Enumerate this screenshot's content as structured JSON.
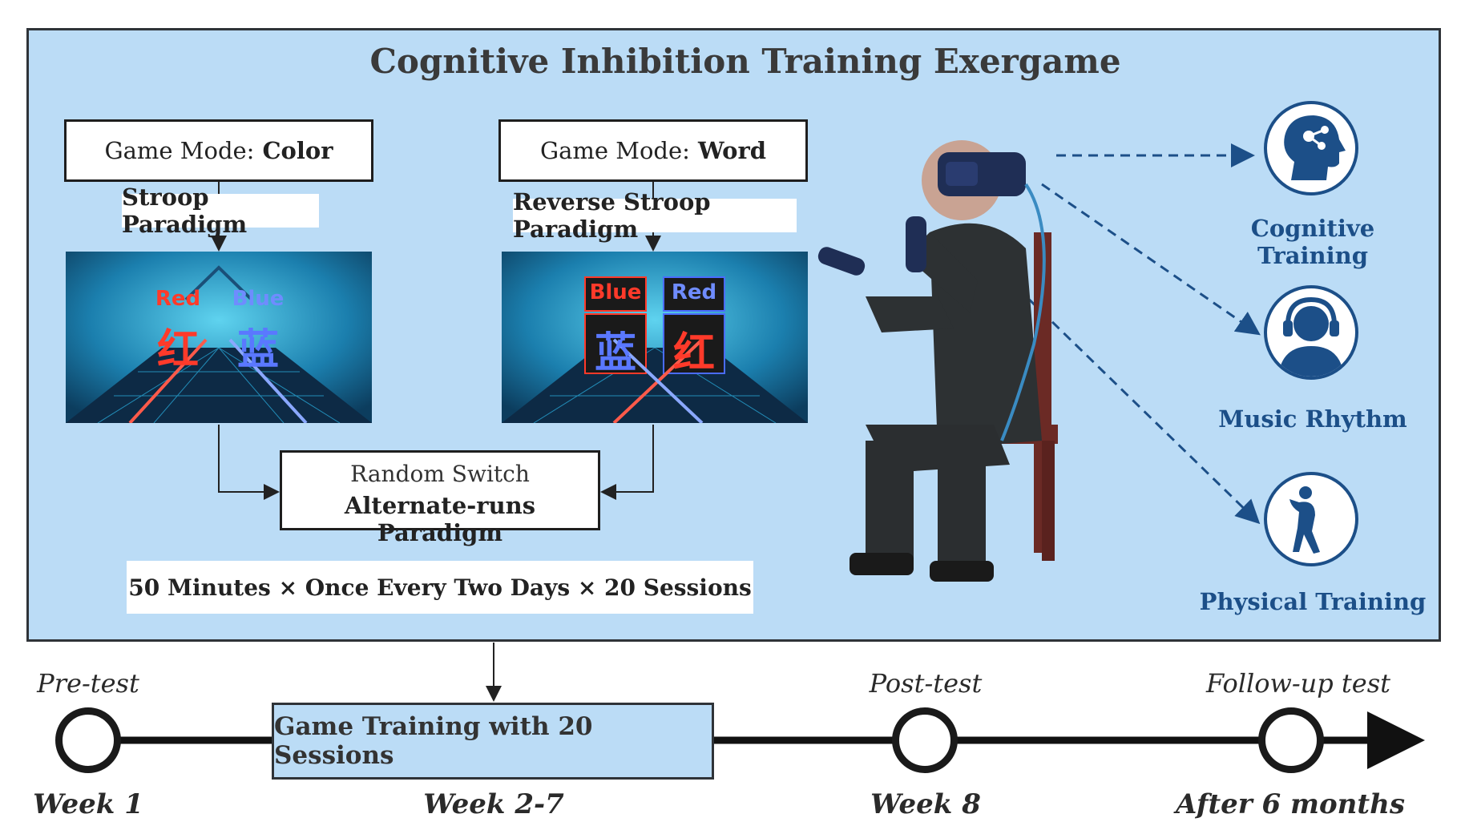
{
  "title": "Cognitive Inhibition Training Exergame",
  "mode_color": {
    "prefix": "Game Mode:",
    "value": "Color"
  },
  "mode_word": {
    "prefix": "Game Mode:",
    "value": "Word"
  },
  "paradigm_color": "Stroop Paradigm",
  "paradigm_word": "Reverse Stroop Paradigm",
  "game_color_screen": {
    "word1": "Red",
    "word2": "Blue",
    "char1": "红",
    "char2": "蓝"
  },
  "game_word_screen": {
    "word1": "Blue",
    "word2": "Red",
    "char1": "蓝",
    "char2": "红"
  },
  "switch": {
    "line1": "Random Switch",
    "line2": "Alternate-runs Paradigm"
  },
  "schedule": "50 Minutes × Once Every Two Days × 20 Sessions",
  "benefits": [
    {
      "label": "Cognitive Training",
      "icon": "brain-head-icon"
    },
    {
      "label": "Music Rhythm",
      "icon": "headphones-person-icon"
    },
    {
      "label": "Physical Training",
      "icon": "stretching-person-icon"
    }
  ],
  "timeline": {
    "training_box": "Game Training with 20 Sessions",
    "milestones": [
      {
        "top": "Pre-test",
        "bottom": "Week 1"
      },
      {
        "top": "",
        "bottom": "Week 2-7"
      },
      {
        "top": "Post-test",
        "bottom": "Week 8"
      },
      {
        "top": "Follow-up test",
        "bottom": "After 6 months"
      }
    ]
  },
  "colors": {
    "panel": "#bbdcf6",
    "accent_blue": "#1c4f88",
    "neon_red": "#ff3a2a",
    "neon_blue": "#4a6cff"
  }
}
